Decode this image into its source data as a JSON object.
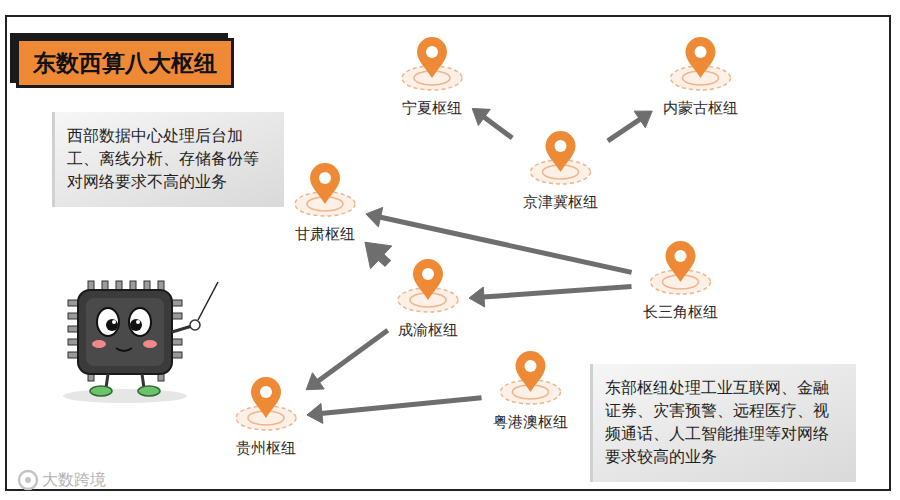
{
  "diagram": {
    "title": "东数西算八大枢纽",
    "nodes": [
      {
        "text": [
          "宁夏枢纽"
        ]
      },
      {
        "text": [
          "内蒙古枢纽"
        ]
      },
      {
        "text": [
          "西部数据中心处理后台加工、离线分析、存储备份等对网络要求不高的业务"
        ]
      },
      {
        "text": [
          "京津冀枢纽"
        ]
      },
      {
        "text": [
          "甘肃枢纽"
        ]
      },
      {
        "text": [
          "长三角枢纽"
        ]
      },
      {
        "text": [
          "成渝枢纽"
        ]
      },
      {
        "text": [
          "贵州枢纽"
        ]
      },
      {
        "text": [
          "粤港澳枢纽"
        ]
      },
      {
        "text": [
          "东部枢纽处理工业互联网、金融证券、灾害预警、远程医疗、视频通话、人工智能推理等对网络要求较高的业务"
        ]
      }
    ],
    "edges": [
      {
        "from": 3,
        "to": 0,
        "arrow": "to"
      },
      {
        "from": 3,
        "to": 1,
        "arrow": "to"
      },
      {
        "from": 5,
        "to": 4,
        "arrow": "to"
      },
      {
        "from": 5,
        "to": 6,
        "arrow": "to"
      },
      {
        "from": 6,
        "to": 4,
        "arrow": "to"
      },
      {
        "from": 6,
        "to": 7,
        "arrow": "to"
      },
      {
        "from": 8,
        "to": 7,
        "arrow": "to"
      }
    ],
    "labels": [
      "大数跨境"
    ]
  }
}
